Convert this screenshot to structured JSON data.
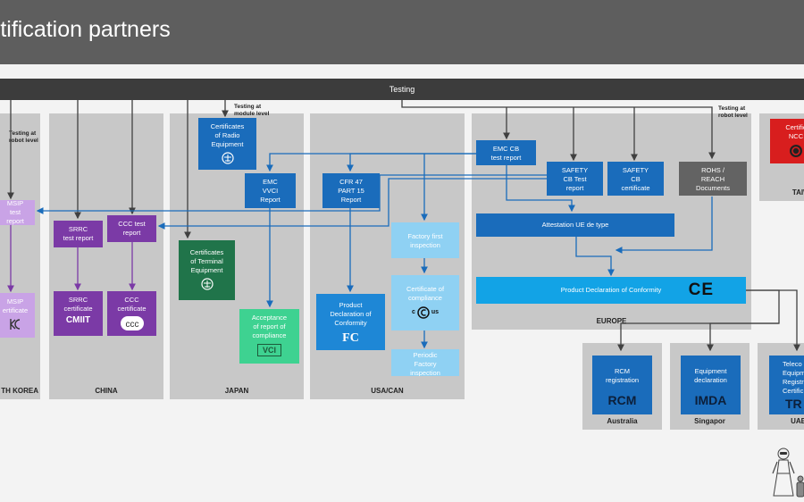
{
  "header": {
    "title": "rtification partners"
  },
  "testing_bar": {
    "label": "Testing"
  },
  "notes": {
    "module": "Testing at\nmodule level",
    "robot_left": "Testing at\nrobot level",
    "robot_right": "Testing at\nrobot level"
  },
  "regions": {
    "korea": "TH KOREA",
    "china": "CHINA",
    "japan": "JAPAN",
    "usa": "USA/CAN",
    "europe": "EUROPE",
    "taiwan": "TAIWA",
    "australia": "Australia",
    "singapore": "Singapor",
    "uae": "UAE"
  },
  "boxes": {
    "msip_test": "MSIP\ntest\nreport",
    "msip_cert": "MSIP\nertificate",
    "srrc_test": "SRRC\ntest report",
    "ccc_test": "CCC test\nreport",
    "srrc_cert": "SRRC\ncertificate",
    "srrc_logo": "CMIIT",
    "ccc_cert": "CCC\ncertificate",
    "radio_cert": "Certificates\nof Radio\nEquipment",
    "terminal_cert": "Certificates\nof Terminal\nEquipment",
    "emc_vvci": "EMC\nVVCI\nReport",
    "vci_accept": "Acceptance\nof report of\ncompliance",
    "vci_logo": "VCI",
    "cfr47": "CFR 47\nPART 15\nReport",
    "fcc_decl": "Product\nDeclaration of\nConformity",
    "fcc_logo": "FC",
    "factory_first": "Factory first\ninspection",
    "cert_compliance": "Certificate of\ncompliance",
    "csa_logo_c": "c",
    "csa_logo_us": "us",
    "periodic": "Periodic\nFactory\ninspection",
    "emc_cb": "EMC CB\ntest report",
    "safety_cb_test": "SAFETY\nCB Test\nreport",
    "safety_cb_cert": "SAFETY\nCB\ncertificate",
    "rohs": "ROHS /\nREACH\nDocuments",
    "attestation": "Attestation UE de type",
    "ce_decl": "Product Declaration of Conformity",
    "ce_logo": "CE",
    "taiwan_cert": "Certific\nNCC",
    "rcm_reg": "RCM\nregistration",
    "rcm_logo": "RCM",
    "imda_decl": "Equipment\ndeclaration",
    "imda_logo": "IMDA",
    "uae_cert": "Teleco\nEquipm\nRegistra\nCertific",
    "uae_logo": "TR"
  },
  "colors": {
    "header": "#5e5e5e",
    "testing_bar": "#3c3c3c",
    "panel": "#c8c8c8",
    "arrow": "#1a6cbb",
    "arrow_dark": "#404040",
    "arrow_purple": "#7b3aa6"
  }
}
